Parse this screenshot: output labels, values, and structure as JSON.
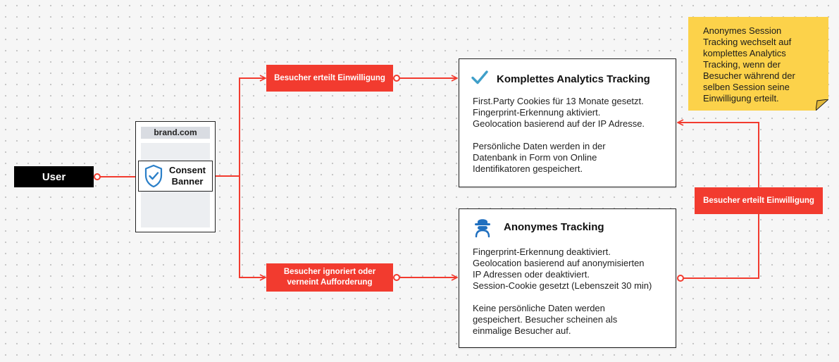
{
  "nodes": {
    "user": {
      "label": "User"
    },
    "browser": {
      "url": "brand.com"
    },
    "banner": {
      "label_line1": "Consent",
      "label_line2": "Banner"
    },
    "labels": {
      "consent_top": "Besucher erteilt Einwilligung",
      "ignore_line1": "Besucher ignoriert oder",
      "ignore_line2": "verneint Aufforderung",
      "consent_right": "Besucher erteilt Einwilligung"
    },
    "full_tracking": {
      "title": "Komplettes Analytics Tracking",
      "lines_p1": [
        "First.Party Cookies für 13 Monate gesetzt.",
        "Fingerprint-Erkennung aktiviert.",
        "Geolocation basierend auf der IP Adresse."
      ],
      "lines_p2": [
        "Persönliche Daten werden in der",
        "Datenbank in Form von Online",
        "Identifikatoren gespeichert."
      ]
    },
    "anon_tracking": {
      "title": "Anonymes Tracking",
      "lines_p1": [
        "Fingerprint-Erkennung deaktiviert.",
        "Geolocation basierend auf anonymisierten",
        "IP Adressen oder deaktiviert.",
        "Session-Cookie gesetzt (Lebenszeit 30 min)"
      ],
      "lines_p2": [
        "Keine persönliche Daten werden",
        "gespeichert. Besucher scheinen als",
        "einmalige Besucher auf."
      ]
    },
    "note": {
      "lines": [
        "Anonymes Session",
        "Tracking wechselt auf",
        "komplettes Analytics",
        "Tracking, wenn der",
        "Besucher während der",
        "selben Session seine",
        "Einwilligung erteilt."
      ]
    }
  },
  "colors": {
    "connector": "#f23b2f",
    "label_bg": "#f23b2f",
    "note_bg": "#fcd24a",
    "check": "#3f9fc9",
    "shield": "#2a7fc8",
    "anon_icon": "#1f6fbf"
  },
  "icons": {
    "check": "check-icon",
    "shield": "shield-check-icon",
    "anon": "anonymous-user-icon"
  }
}
